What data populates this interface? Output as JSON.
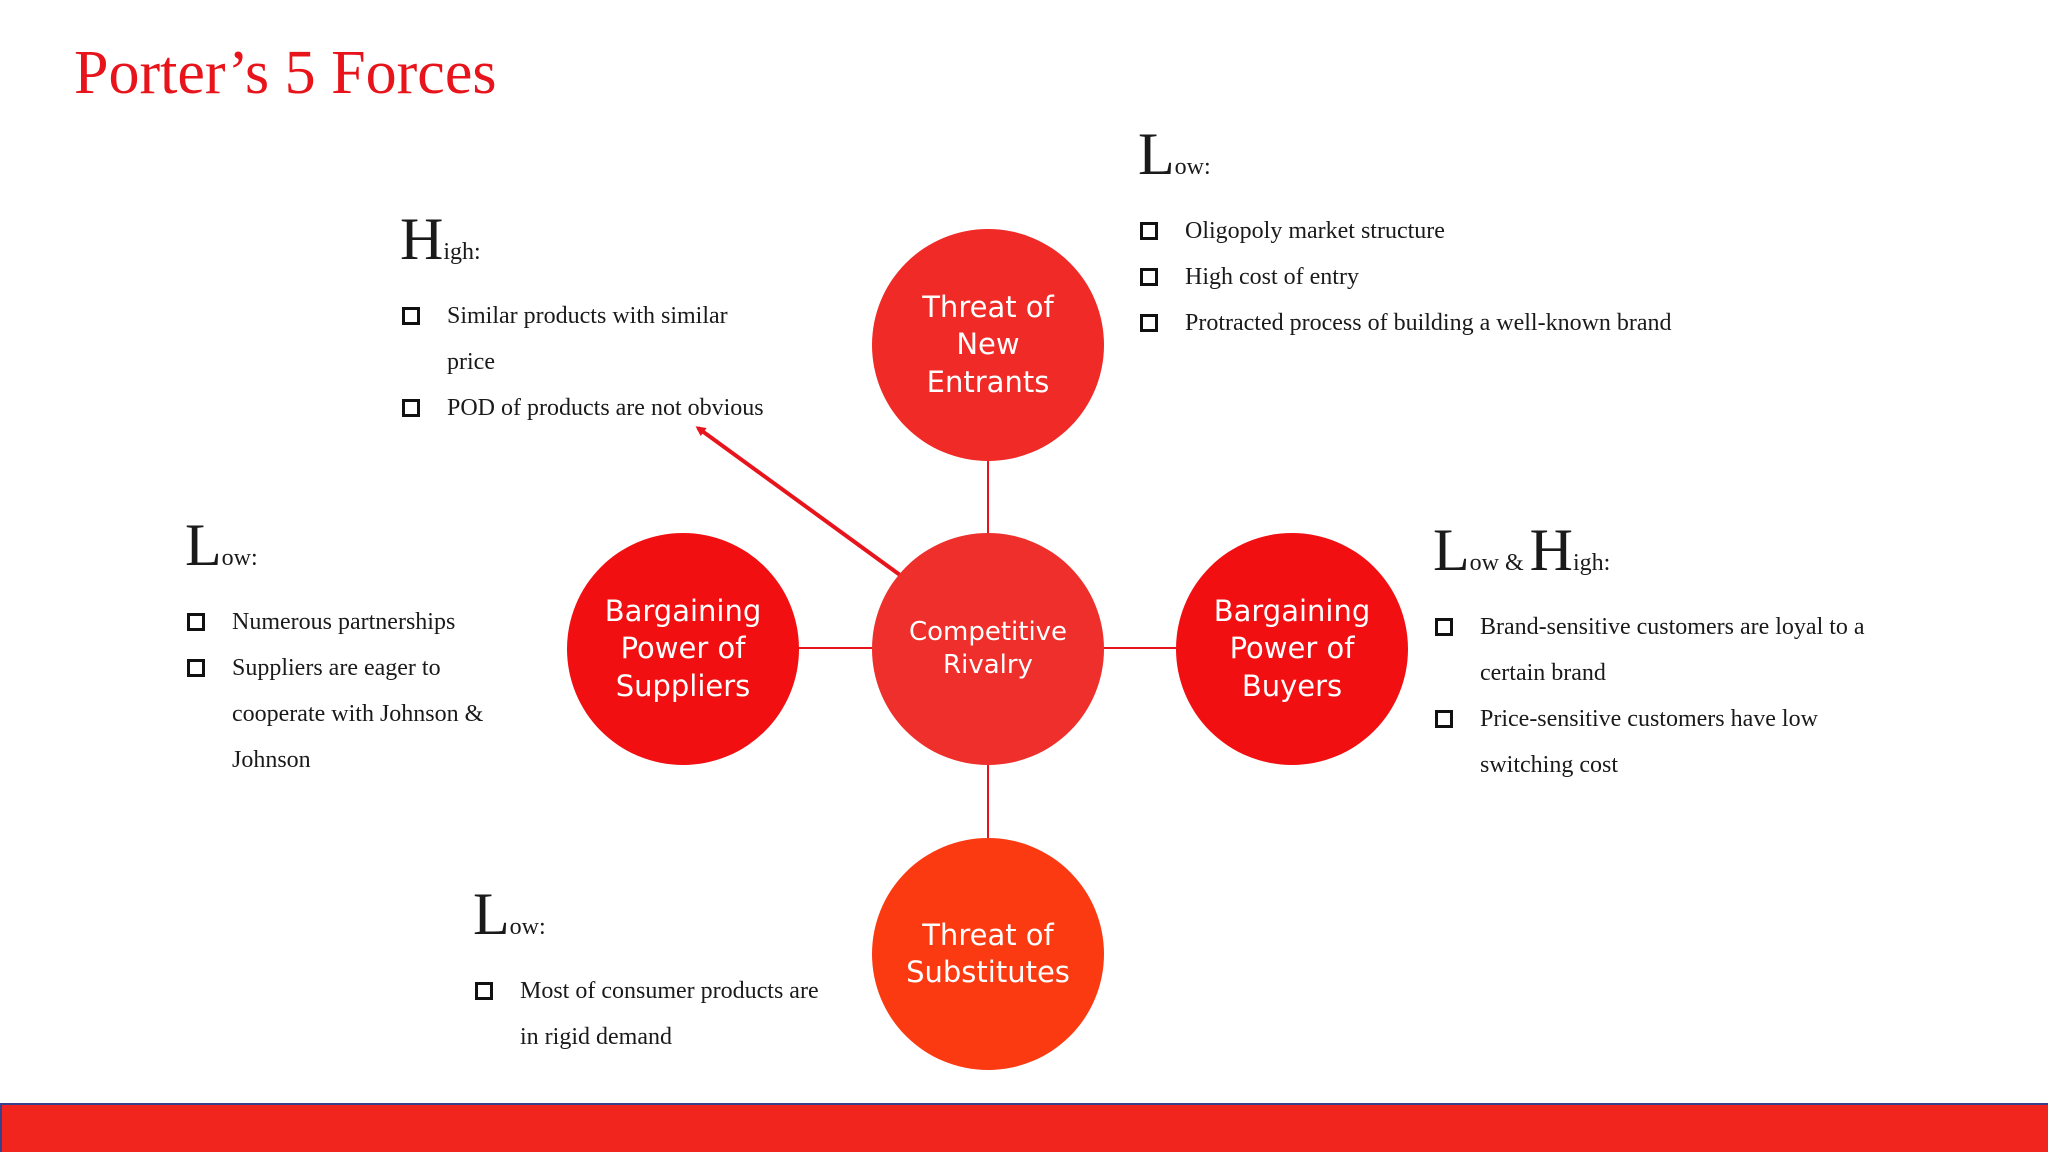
{
  "slide": {
    "title": "Porter’s 5 Forces",
    "accent_color": "#e8141b",
    "footer_bar_color": "#f1241e"
  },
  "forces": {
    "top": {
      "label": "Threat of New Entrants",
      "color": "#f02a26"
    },
    "left": {
      "label": "Bargaining Power of Suppliers",
      "color": "#f20f12"
    },
    "center": {
      "label": "Competitive Rivalry",
      "color": "#ee2f2b"
    },
    "right": {
      "label": "Bargaining Power of Buyers",
      "color": "#f20f12"
    },
    "bottom": {
      "label": "Threat of Substitutes",
      "color": "#fb3a12"
    }
  },
  "notes": {
    "new_entrants": {
      "cap": "L",
      "rest": "ow:",
      "items": [
        "Oligopoly market structure",
        "High cost of entry",
        "Protracted process of building a well-known brand"
      ]
    },
    "rivalry": {
      "cap": "H",
      "rest": "igh:",
      "items": [
        "Similar products with similar price",
        "POD of products are not obvious"
      ]
    },
    "suppliers": {
      "cap": "L",
      "rest": "ow:",
      "items": [
        "Numerous partnerships",
        "Suppliers are eager to cooperate with Johnson & Johnson"
      ]
    },
    "buyers": {
      "cap1": "L",
      "rest1": "ow & ",
      "cap2": "H",
      "rest2": "igh:",
      "items": [
        "Brand-sensitive customers are loyal to a certain brand",
        "Price-sensitive customers have low switching cost"
      ]
    },
    "substitutes": {
      "cap": "L",
      "rest": "ow:",
      "items": [
        "Most of consumer products are in rigid demand"
      ]
    }
  }
}
